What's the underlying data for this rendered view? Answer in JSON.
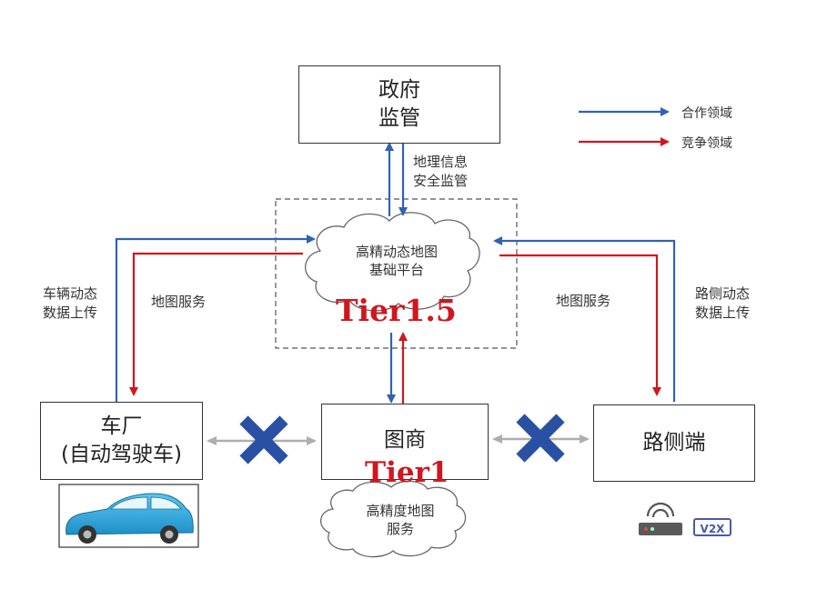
{
  "colors": {
    "cooperation": "#2f63b2",
    "competition": "#d0161e",
    "prohibited": "#2950a3",
    "exchange": "#aeaeae"
  },
  "legend": {
    "cooperation_label": "合作领域",
    "competition_label": "竞争领域"
  },
  "nodes": {
    "government": {
      "line1": "政府",
      "line2": "监管"
    },
    "platform": {
      "line1": "高精动态地图",
      "line2": "基础平台",
      "tier": "Tier1.5"
    },
    "map_provider": {
      "label": "图商",
      "tier": "Tier1"
    },
    "automaker": {
      "line1": "车厂",
      "line2": "(自动驾驶车)"
    },
    "roadside": {
      "label": "路侧端"
    },
    "hd_map_service": {
      "line1": "高精度地图",
      "line2": "服务"
    }
  },
  "edge_labels": {
    "geo_security": {
      "line1": "地理信息",
      "line2": "安全监管"
    },
    "vehicle_upload": {
      "line1": "车辆动态",
      "line2": "数据上传"
    },
    "map_service_left": "地图服务",
    "map_service_right": "地图服务",
    "roadside_upload": {
      "line1": "路侧动态",
      "line2": "数据上传"
    }
  },
  "icons": {
    "car": "car-image",
    "router": "router-icon",
    "v2x": "V2X"
  }
}
